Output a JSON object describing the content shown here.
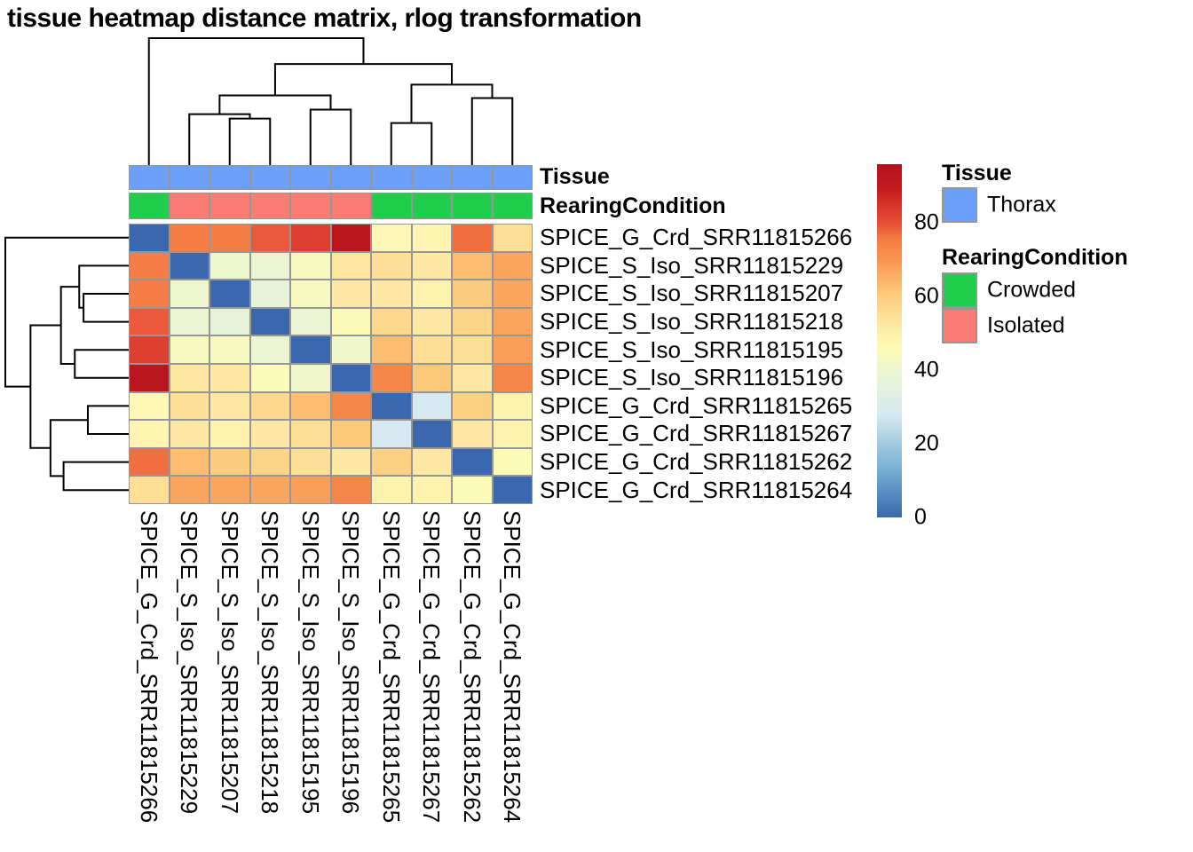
{
  "title": "tissue heatmap distance matrix, rlog transformation",
  "annotation_rows": {
    "tissue_label": "Tissue",
    "rearing_label": "RearingCondition"
  },
  "legend": {
    "tissue_heading": "Tissue",
    "tissue_items": [
      {
        "label": "Thorax",
        "color": "#6DA0FA"
      }
    ],
    "rearing_heading": "RearingCondition",
    "rearing_items": [
      {
        "label": "Crowded",
        "color": "#21CD4C"
      },
      {
        "label": "Isolated",
        "color": "#FA7D75"
      }
    ]
  },
  "chart_data": {
    "type": "heatmap",
    "title": "tissue heatmap distance matrix, rlog transformation",
    "labels": [
      "SPICE_G_Crd_SRR11815266",
      "SPICE_S_Iso_SRR11815229",
      "SPICE_S_Iso_SRR11815207",
      "SPICE_S_Iso_SRR11815218",
      "SPICE_S_Iso_SRR11815195",
      "SPICE_S_Iso_SRR11815196",
      "SPICE_G_Crd_SRR11815265",
      "SPICE_G_Crd_SRR11815267",
      "SPICE_G_Crd_SRR11815262",
      "SPICE_G_Crd_SRR11815264"
    ],
    "matrix": [
      [
        0,
        75,
        75,
        79,
        83,
        93,
        47,
        48,
        77,
        55
      ],
      [
        75,
        0,
        40,
        39,
        44,
        53,
        55,
        52,
        63,
        67
      ],
      [
        75,
        40,
        0,
        37,
        44,
        52,
        52,
        49,
        60,
        67
      ],
      [
        79,
        39,
        37,
        0,
        39,
        46,
        57,
        52,
        58,
        67
      ],
      [
        83,
        44,
        44,
        39,
        0,
        41,
        63,
        55,
        55,
        68
      ],
      [
        93,
        53,
        52,
        46,
        41,
        0,
        73,
        61,
        52,
        73
      ],
      [
        47,
        55,
        52,
        57,
        63,
        73,
        0,
        28,
        59,
        49
      ],
      [
        48,
        52,
        49,
        52,
        55,
        61,
        28,
        0,
        52,
        49
      ],
      [
        77,
        63,
        60,
        58,
        55,
        52,
        59,
        52,
        0,
        46
      ],
      [
        55,
        67,
        67,
        67,
        68,
        73,
        49,
        49,
        46,
        0
      ]
    ],
    "col_annotations": {
      "Tissue": [
        "Thorax",
        "Thorax",
        "Thorax",
        "Thorax",
        "Thorax",
        "Thorax",
        "Thorax",
        "Thorax",
        "Thorax",
        "Thorax"
      ],
      "RearingCondition": [
        "Crowded",
        "Isolated",
        "Isolated",
        "Isolated",
        "Isolated",
        "Isolated",
        "Crowded",
        "Crowded",
        "Crowded",
        "Crowded"
      ]
    },
    "annotation_colors": {
      "Thorax": "#6DA0FA",
      "Crowded": "#21CD4C",
      "Isolated": "#FA7D75"
    },
    "colorbar": {
      "vmin": 0,
      "vmax": 96,
      "ticks": [
        0,
        20,
        40,
        60,
        80
      ],
      "stops": [
        [
          0.0,
          "#3A67AD"
        ],
        [
          0.13,
          "#74ADD1"
        ],
        [
          0.29,
          "#D6E9F0"
        ],
        [
          0.4,
          "#EAF5D6"
        ],
        [
          0.48,
          "#FDFBB8"
        ],
        [
          0.55,
          "#FDE7A0"
        ],
        [
          0.63,
          "#FCCB7C"
        ],
        [
          0.73,
          "#F99450"
        ],
        [
          0.79,
          "#F47A44"
        ],
        [
          0.83,
          "#E85238"
        ],
        [
          0.93,
          "#C41A1E"
        ],
        [
          1.0,
          "#B2121E"
        ]
      ]
    },
    "dendrogram_merges": [
      [
        2,
        3,
        0.366
      ],
      [
        1,
        "m0",
        0.401
      ],
      [
        4,
        5,
        0.437
      ],
      [
        "m1",
        "m2",
        0.549
      ],
      [
        6,
        7,
        0.331
      ],
      [
        8,
        9,
        0.528
      ],
      [
        "m4",
        "m5",
        0.634
      ],
      [
        "m3",
        "m6",
        0.796
      ],
      [
        0,
        "m7",
        1.0
      ]
    ],
    "grid_color": "#969696"
  }
}
